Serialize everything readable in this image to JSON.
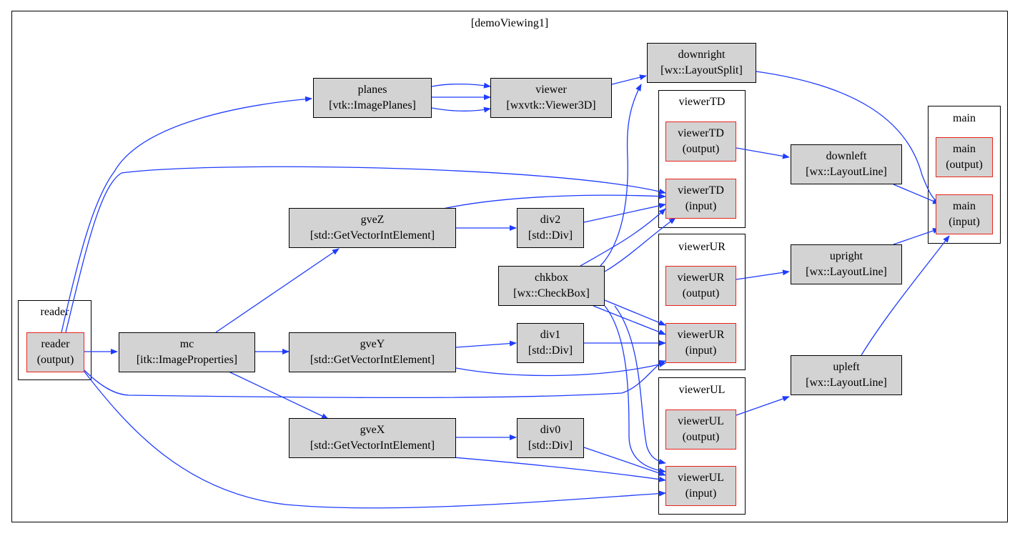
{
  "graph_title": "[demoViewing1]",
  "edge_color": "#1f3cff",
  "port_border_color": "#e8231a",
  "node_fill": "#d3d3d3",
  "clusters": {
    "reader": "reader",
    "viewerTD": "viewerTD",
    "viewerUR": "viewerUR",
    "viewerUL": "viewerUL",
    "main": "main"
  },
  "nodes": {
    "reader_out": [
      "reader",
      "(output)"
    ],
    "mc": [
      "mc",
      "[itk::ImageProperties]"
    ],
    "planes": [
      "planes",
      "[vtk::ImagePlanes]"
    ],
    "viewer": [
      "viewer",
      "[wxvtk::Viewer3D]"
    ],
    "downright": [
      "downright",
      "[wx::LayoutSplit]"
    ],
    "gveZ": [
      "gveZ",
      "[std::GetVectorIntElement]"
    ],
    "gveY": [
      "gveY",
      "[std::GetVectorIntElement]"
    ],
    "gveX": [
      "gveX",
      "[std::GetVectorIntElement]"
    ],
    "div2": [
      "div2",
      "[std::Div]"
    ],
    "div1": [
      "div1",
      "[std::Div]"
    ],
    "div0": [
      "div0",
      "[std::Div]"
    ],
    "chkbox": [
      "chkbox",
      "[wx::CheckBox]"
    ],
    "viewerTD_out": [
      "viewerTD",
      "(output)"
    ],
    "viewerTD_in": [
      "viewerTD",
      "(input)"
    ],
    "viewerUR_out": [
      "viewerUR",
      "(output)"
    ],
    "viewerUR_in": [
      "viewerUR",
      "(input)"
    ],
    "viewerUL_out": [
      "viewerUL",
      "(output)"
    ],
    "viewerUL_in": [
      "viewerUL",
      "(input)"
    ],
    "downleft": [
      "downleft",
      "[wx::LayoutLine]"
    ],
    "upright": [
      "upright",
      "[wx::LayoutLine]"
    ],
    "upleft": [
      "upleft",
      "[wx::LayoutLine]"
    ],
    "main_out": [
      "main",
      "(output)"
    ],
    "main_in": [
      "main",
      "(input)"
    ]
  }
}
